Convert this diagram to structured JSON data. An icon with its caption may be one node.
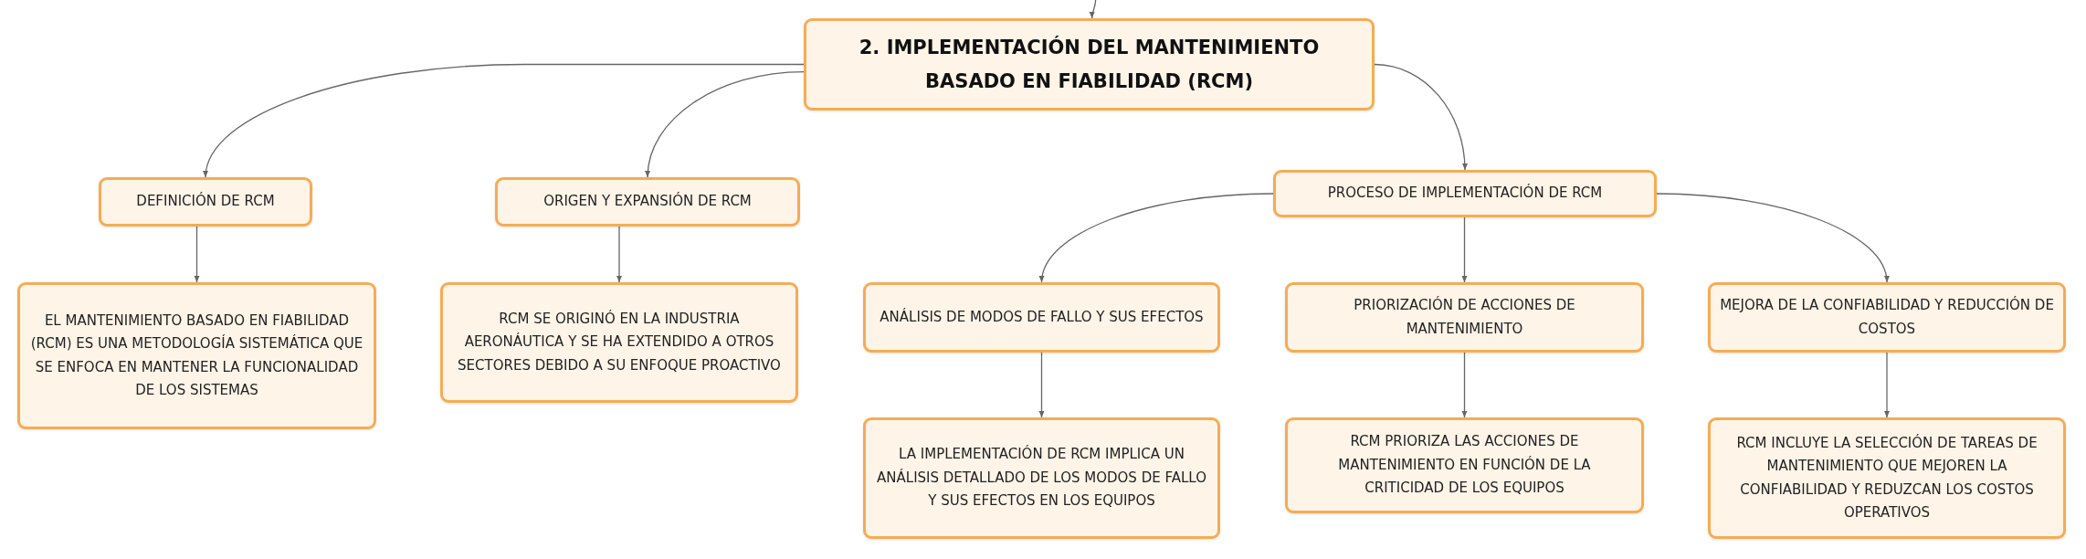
{
  "diagram": {
    "nodes": [
      {
        "text": [
          "2. IMPLEMENTACIÓN DEL MANTENIMIENTO BASADO EN FIABILIDAD (RCM)"
        ]
      },
      {
        "text": [
          "DEFINICIÓN DE RCM"
        ]
      },
      {
        "text": [
          "ORIGEN Y EXPANSIÓN DE RCM"
        ]
      },
      {
        "text": [
          "PROCESO DE IMPLEMENTACIÓN DE RCM"
        ]
      },
      {
        "text": [
          "EL MANTENIMIENTO BASADO EN FIABILIDAD (RCM) ES UNA METODOLOGÍA SISTEMÁTICA QUE SE ENFOCA EN MANTENER LA FUNCIONALIDAD DE LOS SISTEMAS"
        ]
      },
      {
        "text": [
          "RCM SE ORIGINÓ EN LA INDUSTRIA AERONÁUTICA Y SE HA EXTENDIDO A OTROS SECTORES DEBIDO A SU ENFOQUE PROACTIVO"
        ]
      },
      {
        "text": [
          "ANÁLISIS DE MODOS DE FALLO Y SUS EFECTOS"
        ]
      },
      {
        "text": [
          "PRIORIZACIÓN DE ACCIONES DE MANTENIMIENTO"
        ]
      },
      {
        "text": [
          "MEJORA DE LA CONFIABILIDAD Y REDUCCIÓN DE COSTOS"
        ]
      },
      {
        "text": [
          "LA IMPLEMENTACIÓN DE RCM IMPLICA UN ANÁLISIS DETALLADO DE LOS MODOS DE FALLO Y SUS EFECTOS EN LOS EQUIPOS"
        ]
      },
      {
        "text": [
          "RCM PRIORIZA LAS ACCIONES DE MANTENIMIENTO EN FUNCIÓN DE LA CRITICIDAD DE LOS EQUIPOS"
        ]
      },
      {
        "text": [
          "RCM INCLUYE LA SELECCIÓN DE TAREAS DE MANTENIMIENTO QUE MEJOREN LA CONFIABILIDAD Y REDUZCAN LOS COSTOS OPERATIVOS"
        ]
      }
    ],
    "edges": [
      {
        "from": null,
        "to": 0,
        "arrow": "to"
      },
      {
        "from": 0,
        "to": 1,
        "arrow": "to"
      },
      {
        "from": 0,
        "to": 2,
        "arrow": "to"
      },
      {
        "from": 0,
        "to": 3,
        "arrow": "to"
      },
      {
        "from": 1,
        "to": 4,
        "arrow": "to"
      },
      {
        "from": 2,
        "to": 5,
        "arrow": "to"
      },
      {
        "from": 3,
        "to": 6,
        "arrow": "to"
      },
      {
        "from": 3,
        "to": 7,
        "arrow": "to"
      },
      {
        "from": 3,
        "to": 8,
        "arrow": "to"
      },
      {
        "from": 6,
        "to": 9,
        "arrow": "to"
      },
      {
        "from": 7,
        "to": 10,
        "arrow": "to"
      },
      {
        "from": 8,
        "to": 11,
        "arrow": "to"
      }
    ]
  }
}
